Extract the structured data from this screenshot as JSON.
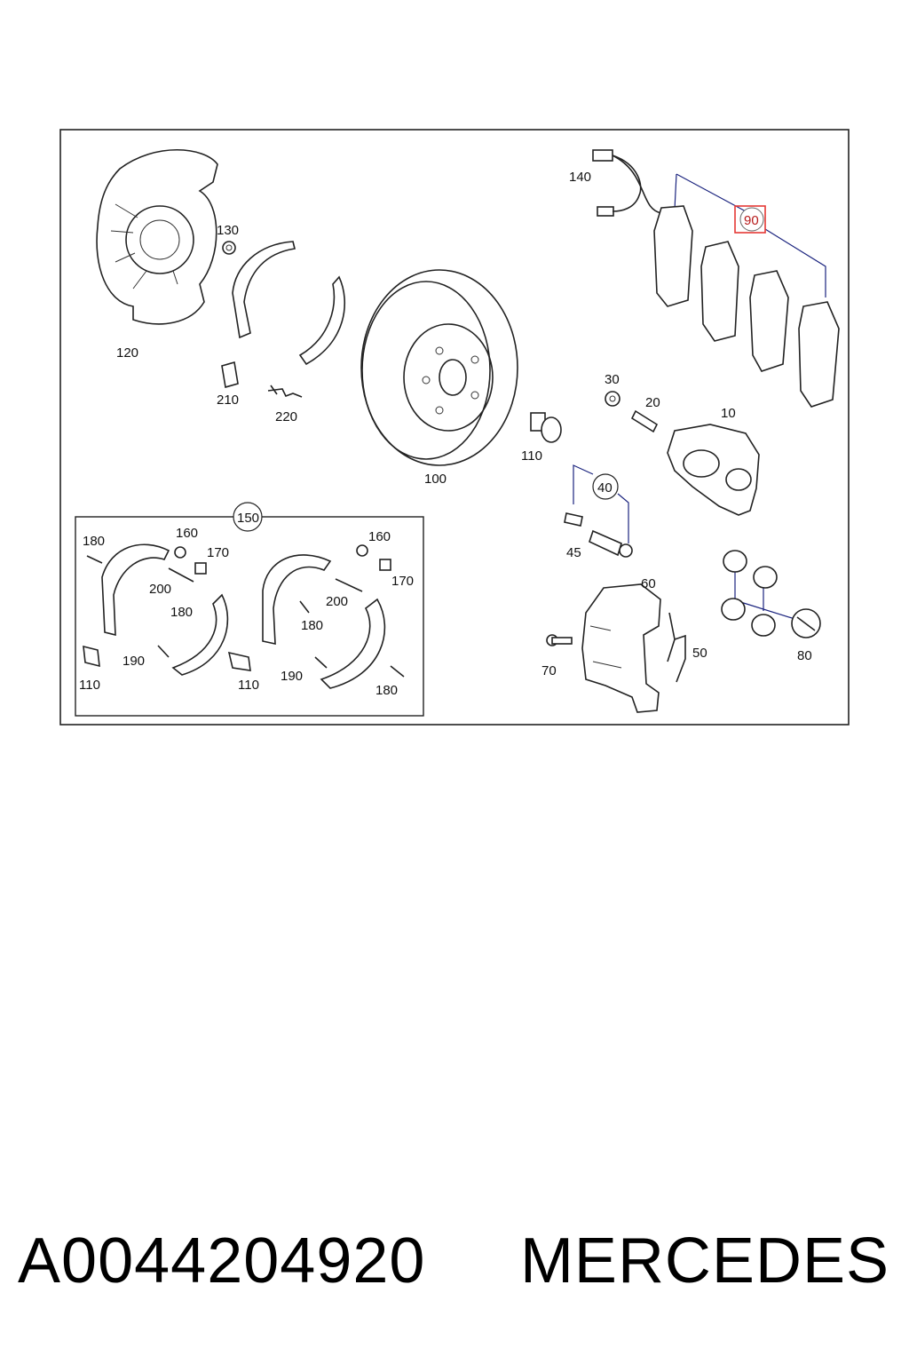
{
  "diagram": {
    "labels": {
      "l10": "10",
      "l20": "20",
      "l30": "30",
      "l40": "40",
      "l45": "45",
      "l50": "50",
      "l60": "60",
      "l70": "70",
      "l80": "80",
      "l90": "90",
      "l100": "100",
      "l110a": "110",
      "l120": "120",
      "l130": "130",
      "l140": "140",
      "l150": "150",
      "l210": "210",
      "l220": "220",
      "l180a": "180",
      "l160a": "160",
      "l170a": "170",
      "l200a": "200",
      "l180b": "180",
      "l190a": "190",
      "l110b": "110",
      "l110c": "110",
      "l160b": "160",
      "l170b": "170",
      "l200b": "200",
      "l180c": "180",
      "l190b": "190",
      "l180d": "180"
    },
    "highlighted_label": "90",
    "highlight_color": "#e53935"
  },
  "caption": {
    "part_number": "A0044204920",
    "brand": "MERCEDES"
  }
}
